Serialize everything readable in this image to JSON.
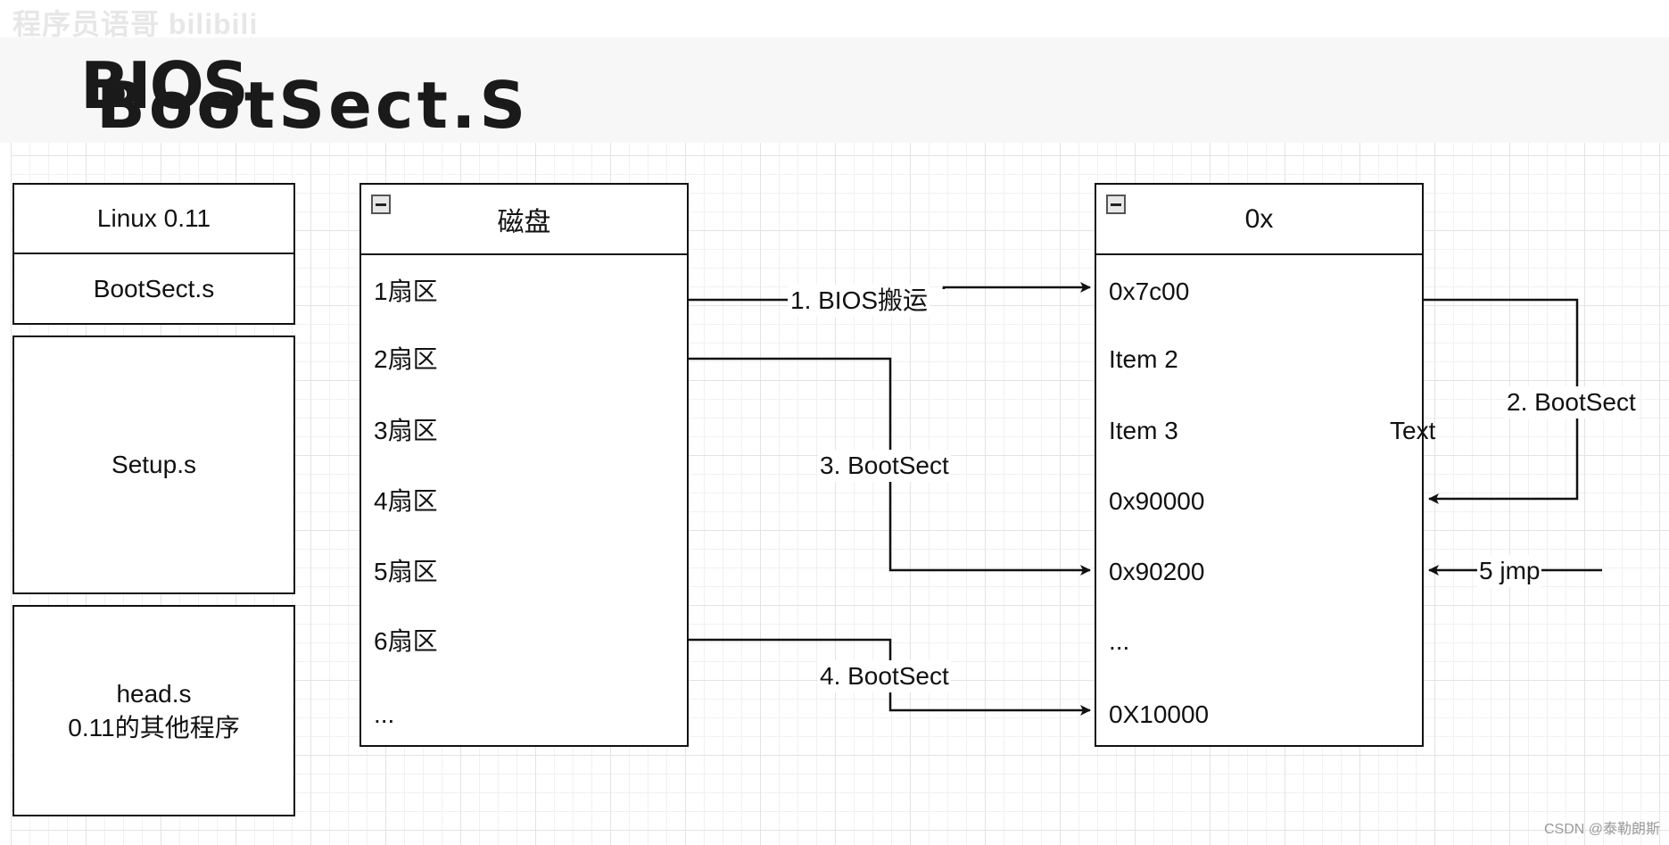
{
  "header": {
    "watermark_text": "程序员语哥 bilibili",
    "title_layer_1": "BIOS",
    "title_layer_2": "BootSect.S"
  },
  "left_stack": {
    "items": [
      "Linux 0.11",
      "BootSect.s",
      "Setup.s"
    ],
    "last_item_lines": [
      "head.s",
      "0.11的其他程序"
    ]
  },
  "disk_lane": {
    "title": "磁盘",
    "rows": [
      "1扇区",
      "2扇区",
      "3扇区",
      "4扇区",
      "5扇区",
      "6扇区",
      "..."
    ]
  },
  "memory_lane": {
    "title": "0x",
    "rows": [
      "0x7c00",
      "Item 2",
      "Item 3",
      "0x90000",
      "0x90200",
      "...",
      "0X10000"
    ]
  },
  "edge_labels": {
    "bios_move": "1. BIOS搬运",
    "bootsect_self": "2. BootSect",
    "bootsect_setup": "3. BootSect",
    "bootsect_system": "4. BootSect",
    "jmp": "5 jmp",
    "text": "Text"
  },
  "footer": {
    "credit": "CSDN @泰勒朗斯"
  },
  "colors": {
    "line": "#111111",
    "grid": "#e3e3e3",
    "title_band": "#f7f7f7"
  }
}
